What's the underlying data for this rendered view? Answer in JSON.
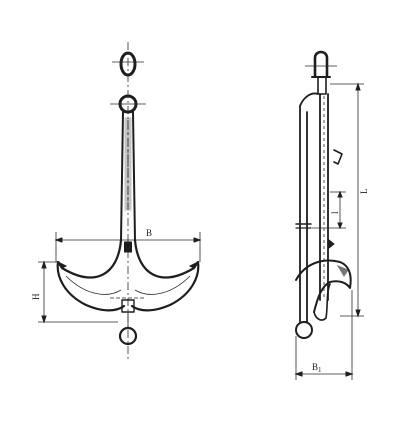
{
  "labels": {
    "front_width": "B",
    "front_height": "H",
    "side_length": "L",
    "side_offset": "l",
    "side_width": "B",
    "side_width_sub": "1"
  },
  "colors": {
    "ink": "#1e1e1e",
    "paper": "#ffffff"
  }
}
